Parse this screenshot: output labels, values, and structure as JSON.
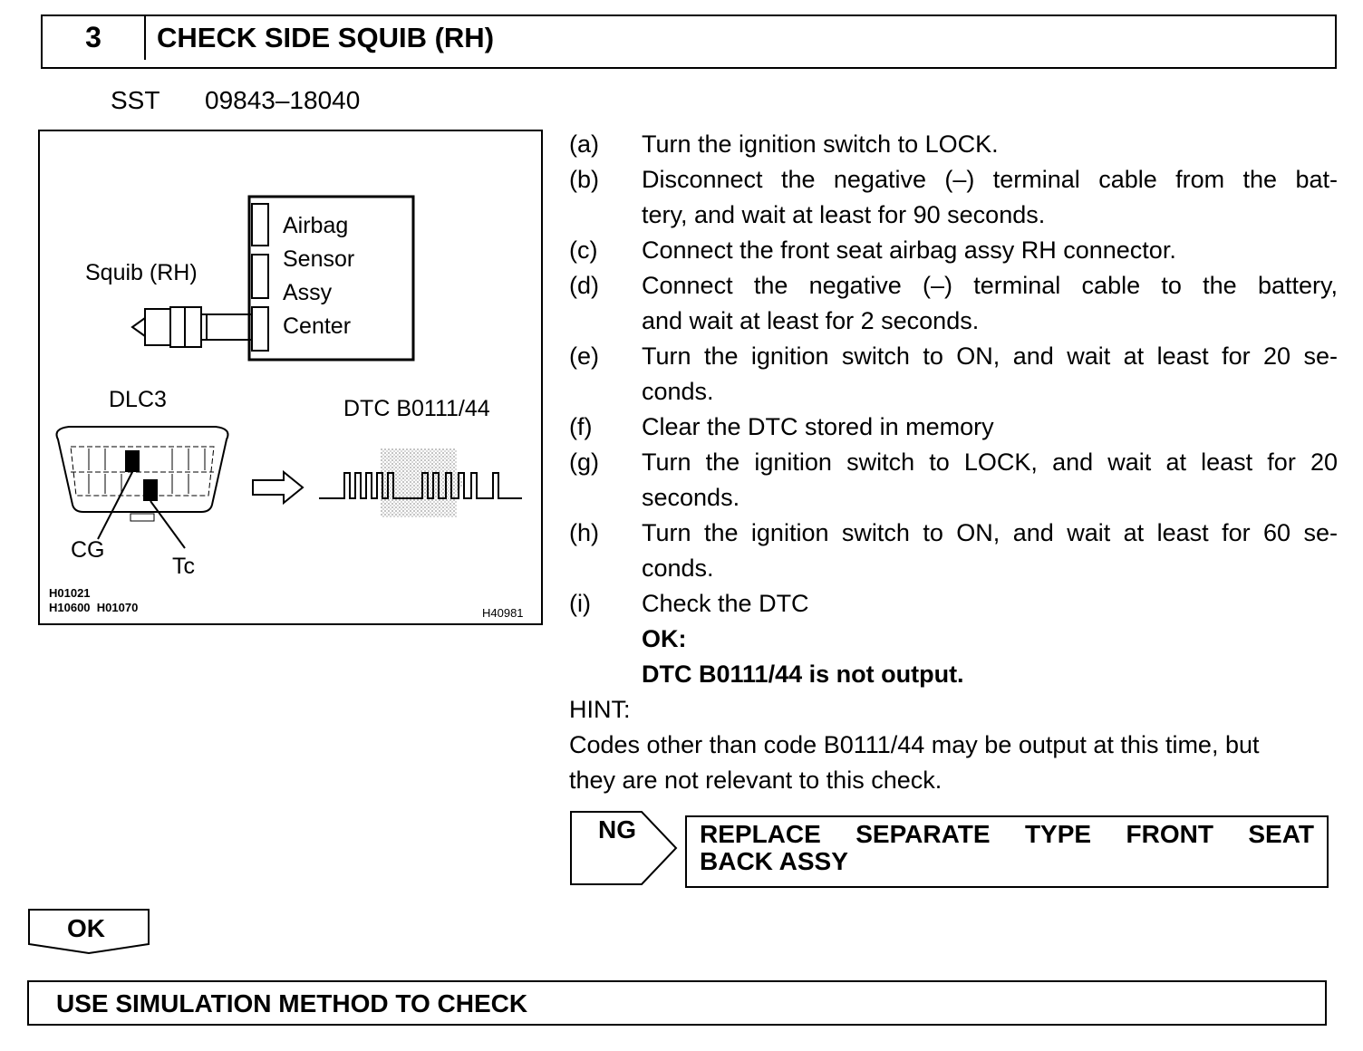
{
  "header": {
    "step_number": "3",
    "title": "CHECK SIDE SQUIB (RH)"
  },
  "sst": {
    "label": "SST",
    "number": "09843–18040"
  },
  "figure": {
    "airbag_sensor_lines": [
      "Airbag",
      "Sensor",
      "Assy",
      "Center"
    ],
    "squib_label": "Squib (RH)",
    "dlc3_label": "DLC3",
    "dtc_label": "DTC B0111/44",
    "cg_label": "CG",
    "tc_label": "Tc",
    "codes_line1": "H01021",
    "codes_line2": "H10600  H01070",
    "figure_code": "H40981"
  },
  "steps": [
    {
      "letter": "(a)",
      "lines": [
        "Turn the ignition switch to LOCK."
      ]
    },
    {
      "letter": "(b)",
      "lines": [
        "Disconnect the negative (–) terminal cable from the bat-",
        "tery, and wait at least for 90 seconds."
      ]
    },
    {
      "letter": "(c)",
      "lines": [
        "Connect the front seat airbag assy RH connector."
      ]
    },
    {
      "letter": "(d)",
      "lines": [
        "Connect the negative (–) terminal cable to the battery,",
        "and wait at least for 2 seconds."
      ]
    },
    {
      "letter": "(e)",
      "lines": [
        "Turn the ignition switch to ON, and wait at least for 20 se-",
        "conds."
      ]
    },
    {
      "letter": "(f)",
      "lines": [
        "Clear the DTC stored in memory"
      ]
    },
    {
      "letter": "(g)",
      "lines": [
        "Turn the ignition switch to LOCK, and wait at least for 20",
        "seconds."
      ]
    },
    {
      "letter": "(h)",
      "lines": [
        "Turn the ignition switch to ON, and wait at least for 60 se-",
        "conds."
      ]
    },
    {
      "letter": "(i)",
      "lines": [
        "Check the DTC"
      ]
    }
  ],
  "ok_result": {
    "label": "OK:",
    "text": "DTC B0111/44 is not output."
  },
  "hint": {
    "label": "HINT:",
    "text_line1": "Codes other than code B0111/44 may be output at this time, but",
    "text_line2": "they are not relevant to this check."
  },
  "ng": {
    "label": "NG",
    "action_words": [
      "REPLACE",
      "SEPARATE",
      "TYPE",
      "FRONT",
      "SEAT"
    ],
    "action_line2": "BACK ASSY"
  },
  "ok_arrow": {
    "label": "OK"
  },
  "next_step": {
    "text": "USE SIMULATION METHOD TO CHECK"
  }
}
